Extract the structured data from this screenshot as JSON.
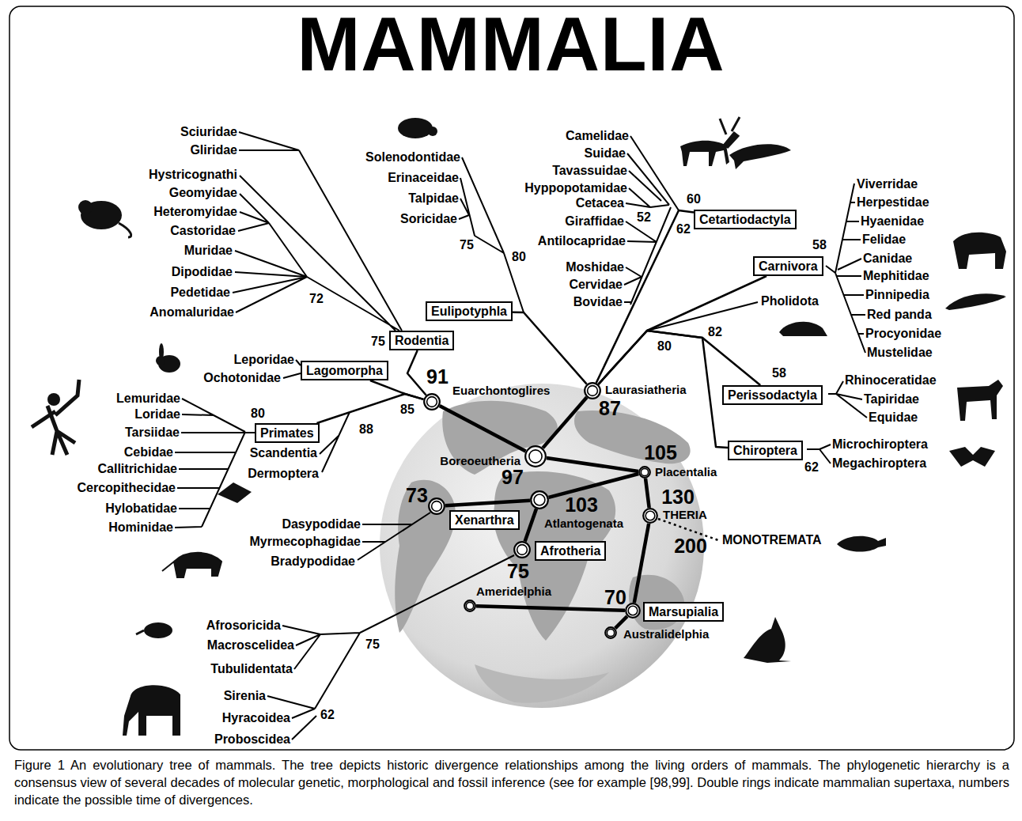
{
  "diagram": {
    "title": "MAMMALIA",
    "caption": "Figure 1 An evolutionary tree of mammals. The tree depicts historic divergence relationships among the living orders of mammals. The phylogenetic hierarchy is a consensus view of several decades of molecular genetic, morphological and fossil inference (see for example [98,99]. Double rings indicate mammalian supertaxa, numbers indicate the possible time of divergences.",
    "nodes": [
      {
        "text": [
          "Rodentia"
        ]
      },
      {
        "text": [
          "Eulipotyphla"
        ]
      },
      {
        "text": [
          "Cetartiodactyla"
        ]
      },
      {
        "text": [
          "Lagomorpha"
        ]
      },
      {
        "text": [
          "Euarchontoglires"
        ]
      },
      {
        "text": [
          "Laurasiatheria"
        ]
      },
      {
        "text": [
          "Carnivora"
        ]
      },
      {
        "text": [
          "Primates"
        ]
      },
      {
        "text": [
          "Perissodactyla"
        ]
      },
      {
        "text": [
          "Chiroptera"
        ]
      },
      {
        "text": [
          "Boreoeutheria"
        ]
      },
      {
        "text": [
          "Placentalia"
        ]
      },
      {
        "text": [
          "Atlantogenata"
        ]
      },
      {
        "text": [
          "Xenarthra"
        ]
      },
      {
        "text": [
          "THERIA"
        ]
      },
      {
        "text": [
          "Afrotheria"
        ]
      },
      {
        "text": [
          "Ameridelphia"
        ]
      },
      {
        "text": [
          "Marsupialia"
        ]
      },
      {
        "text": [
          "Australidelphia"
        ]
      }
    ],
    "edges": [
      {
        "from": 10,
        "to": 4,
        "arrow": "none"
      },
      {
        "from": 10,
        "to": 5,
        "arrow": "none"
      },
      {
        "from": 10,
        "to": 11,
        "arrow": "none"
      },
      {
        "from": 11,
        "to": 12,
        "arrow": "none"
      },
      {
        "from": 12,
        "to": 13,
        "arrow": "none"
      },
      {
        "from": 12,
        "to": 15,
        "arrow": "none"
      },
      {
        "from": 11,
        "to": 14,
        "arrow": "none"
      },
      {
        "from": 14,
        "to": 17,
        "arrow": "none"
      },
      {
        "from": 17,
        "to": 16,
        "arrow": "none"
      },
      {
        "from": 17,
        "to": 18,
        "arrow": "none"
      },
      {
        "from": 4,
        "to": 0,
        "arrow": "none"
      },
      {
        "from": 4,
        "to": 3,
        "arrow": "none"
      },
      {
        "from": 4,
        "to": 7,
        "arrow": "none"
      },
      {
        "from": 5,
        "to": 1,
        "arrow": "none"
      },
      {
        "from": 5,
        "to": 2,
        "arrow": "none"
      },
      {
        "from": 5,
        "to": 6,
        "arrow": "none"
      },
      {
        "from": 5,
        "to": 8,
        "arrow": "none"
      },
      {
        "from": 5,
        "to": 9,
        "arrow": "none"
      }
    ],
    "labels": [
      "Sciuridae",
      "Gliridae",
      "Hystricognathi",
      "Geomyidae",
      "Heteromyidae",
      "Castoridae",
      "Muridae",
      "Dipodidae",
      "Pedetidae",
      "Anomaluridae",
      "72",
      "75",
      "Solenodontidae",
      "Erinaceidae",
      "Talpidae",
      "Soricidae",
      "75",
      "80",
      "Camelidae",
      "Suidae",
      "Tavassuidae",
      "Hyppopotamidae",
      "Cetacea",
      "52",
      "Giraffidae",
      "Antilocapridae",
      "Moshidae",
      "Cervidae",
      "Bovidae",
      "60",
      "62",
      "Viverridae",
      "Herpestidae",
      "Hyaenidae",
      "Felidae",
      "58",
      "Canidae",
      "Mephitidae",
      "Pinnipedia",
      "Red panda",
      "Procyonidae",
      "Mustelidae",
      "Pholidota",
      "80",
      "82",
      "58",
      "Rhinoceratidae",
      "Tapiridae",
      "Equidae",
      "Microchiroptera",
      "Megachiroptera",
      "62",
      "Leporidae",
      "Ochotonidae",
      "85",
      "Lemuridae",
      "Loridae",
      "80",
      "Tarsiidae",
      "Cebidae",
      "Callitrichidae",
      "Cercopithecidae",
      "Hylobatidae",
      "Hominidae",
      "Scandentia",
      "Dermoptera",
      "88",
      "Dasypodidae",
      "Myrmecophagidae",
      "Bradypodidae",
      "73",
      "Afrosoricida",
      "Macroscelidea",
      "Tubulidentata",
      "75",
      "Sirenia",
      "Hyracoidea",
      "62",
      "Proboscidea",
      "75",
      "91",
      "87",
      "97",
      "105",
      "103",
      "130",
      "200",
      "70",
      "MONOTREMATA"
    ]
  }
}
